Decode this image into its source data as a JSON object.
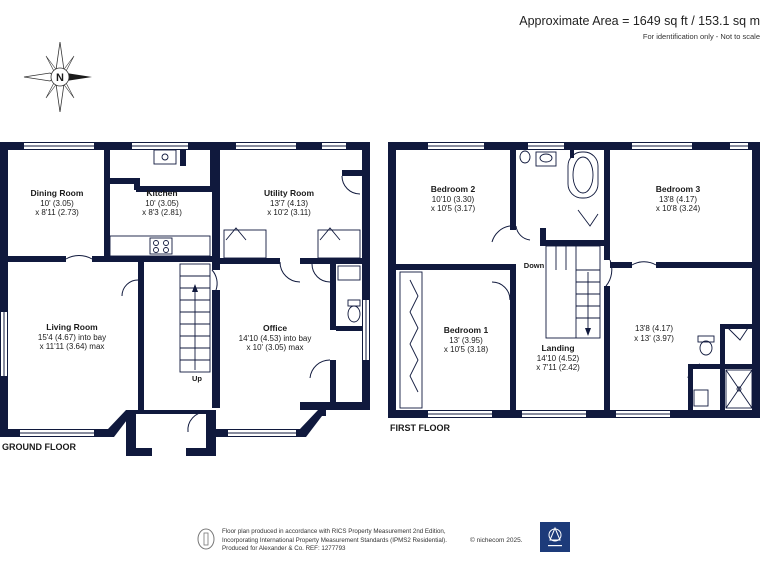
{
  "header": {
    "area": "Approximate Area = 1649 sq ft / 153.1 sq m",
    "note": "For identification only - Not to scale"
  },
  "compass": {
    "letter": "N"
  },
  "ground_floor": {
    "label": "GROUND FLOOR",
    "rooms": [
      {
        "name": "Dining Room",
        "dims": [
          "10' (3.05)",
          "x 8'11 (2.73)"
        ]
      },
      {
        "name": "Kitchen",
        "dims": [
          "10' (3.05)",
          "x 8'3 (2.81)"
        ]
      },
      {
        "name": "Utility Room",
        "dims": [
          "13'7 (4.13)",
          "x 10'2 (3.11)"
        ]
      },
      {
        "name": "Living Room",
        "dims": [
          "15'4 (4.67) into bay",
          "x 11'11 (3.64) max"
        ]
      },
      {
        "name": "Office",
        "dims": [
          "14'10 (4.53) into bay",
          "x 10' (3.05) max"
        ]
      }
    ],
    "stair_label": "Up"
  },
  "first_floor": {
    "label": "FIRST FLOOR",
    "rooms": [
      {
        "name": "Bedroom 2",
        "dims": [
          "10'10 (3.30)",
          "x 10'5 (3.17)"
        ]
      },
      {
        "name": "Bedroom 3",
        "dims": [
          "13'8 (4.17)",
          "x 10'8 (3.24)"
        ]
      },
      {
        "name": "Bedroom 1",
        "dims": [
          "13' (3.95)",
          "x 10'5 (3.18)"
        ]
      },
      {
        "name": "Landing",
        "dims": [
          "14'10 (4.52)",
          "x 7'11 (2.42)"
        ]
      },
      {
        "name": "",
        "dims": [
          "13'8 (4.17)",
          "x 13' (3.97)"
        ]
      }
    ],
    "stair_label": "Down"
  },
  "footer": {
    "lines": [
      "Floor plan produced in accordance with RICS Property Measurement 2nd Edition,",
      "Incorporating International Property Measurement Standards (IPMS2 Residential).",
      "Produced for Alexander & Co.   REF: 1277793"
    ],
    "brand": "© nichecom 2025."
  },
  "colors": {
    "wall": "#10193d",
    "logo": "#1d3b7a"
  }
}
